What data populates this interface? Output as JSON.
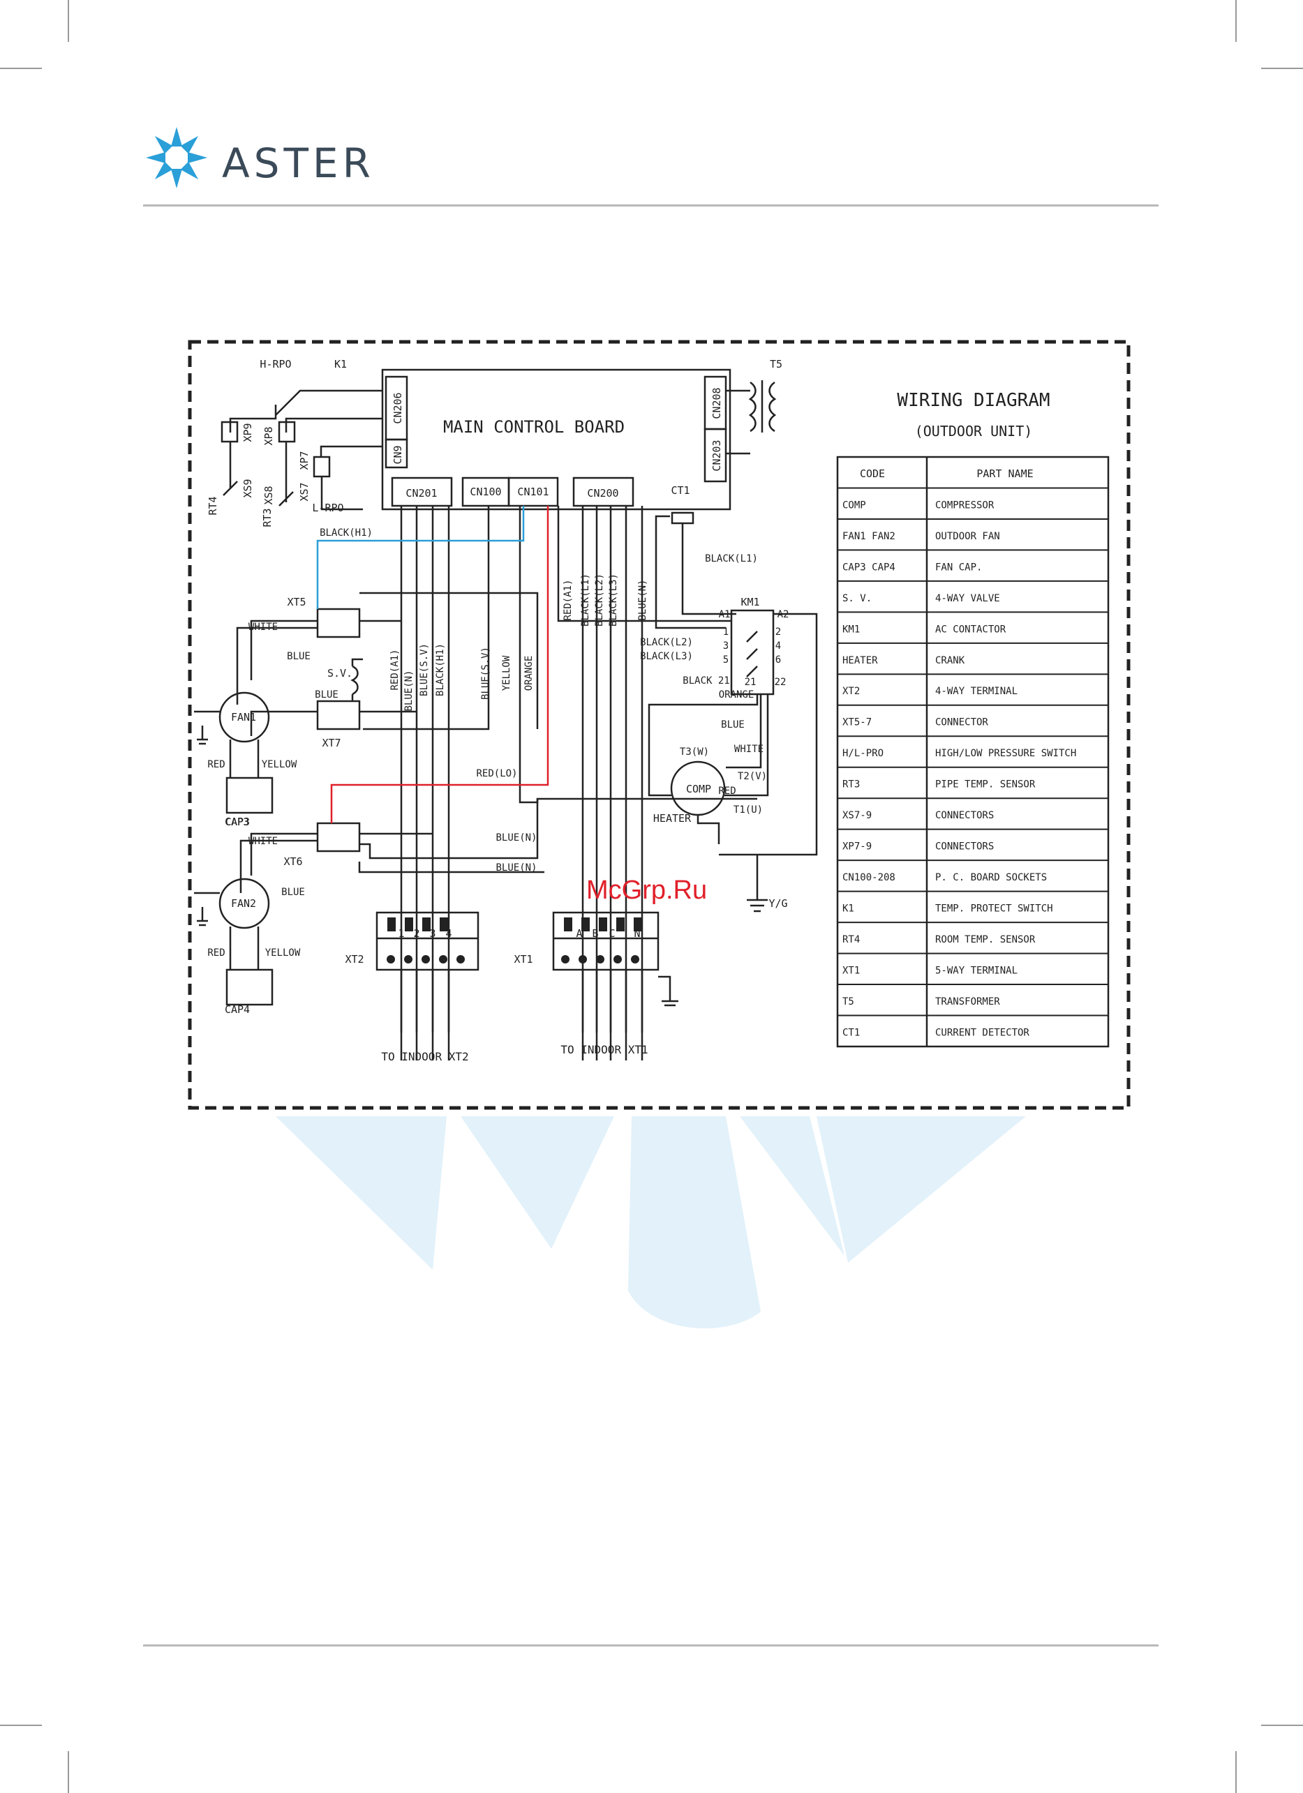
{
  "brand": {
    "name": "ASTER",
    "color": "#3a4a58",
    "accent": "#2a9fd8"
  },
  "diagram": {
    "title": "WIRING DIAGRAM",
    "subtitle": "(OUTDOOR UNIT)",
    "board": "MAIN CONTROL BOARD",
    "sockets": [
      "CN206",
      "CN9",
      "CN208",
      "CN203",
      "CN201",
      "CN100",
      "CN101",
      "CN200"
    ],
    "components": [
      "H-RPO",
      "K1",
      "T5",
      "XS9",
      "XP9",
      "XS8",
      "XP8",
      "XS7",
      "XP7",
      "RT4",
      "RT3",
      "L-RPO",
      "CT1",
      "KM1",
      "XT5",
      "XT6",
      "XT7",
      "XT2",
      "XT1",
      "FAN1",
      "FAN2",
      "CAP3",
      "CAP4",
      "S.V.",
      "COMP",
      "HEATER",
      "Y/G"
    ],
    "wire_labels": [
      "BLACK(H1)",
      "BLACK(L1)",
      "RED(A1)",
      "BLACK(L1)",
      "BLACK(L2)",
      "BLACK(L3)",
      "BLUE(N)",
      "BLUE(N)",
      "RED(A1)",
      "BLUE(S.V)",
      "BLACK(H1)",
      "BLUE(S.V)",
      "YELLOW",
      "ORANGE",
      "WHITE",
      "BLUE",
      "BLUE",
      "RED",
      "YELLOW",
      "CAP3",
      "RED(LO)",
      "WHITE",
      "BLUE",
      "RED",
      "YELLOW",
      "BLUE(N)",
      "BLUE(N)",
      "BLACK(L2)",
      "BLACK(L3)",
      "BLACK 21",
      "ORANGE",
      "BLUE",
      "WHITE",
      "T3(W)",
      "T2(V)",
      "RED",
      "T1(U)"
    ],
    "km1_terminals": [
      "A1",
      "A2",
      "1",
      "2",
      "3",
      "4",
      "5",
      "6",
      "21",
      "22"
    ],
    "xt2_terminals": [
      "1",
      "2",
      "3",
      "4"
    ],
    "xt1_terminals": [
      "A",
      "B",
      "C",
      "N"
    ],
    "to_labels": [
      "TO  INDOOR XT2",
      "TO  INDOOR XT1"
    ],
    "legend_headers": [
      "CODE",
      "PART NAME"
    ],
    "legend": [
      [
        "COMP",
        "COMPRESSOR"
      ],
      [
        "FAN1 FAN2",
        "OUTDOOR FAN"
      ],
      [
        "CAP3 CAP4",
        "FAN CAP."
      ],
      [
        "S. V.",
        "4-WAY VALVE"
      ],
      [
        "KM1",
        "AC CONTACTOR"
      ],
      [
        "HEATER",
        "CRANK"
      ],
      [
        "XT2",
        "4-WAY TERMINAL"
      ],
      [
        "XT5-7",
        "CONNECTOR"
      ],
      [
        "H/L-PRO",
        "HIGH/LOW PRESSURE SWITCH"
      ],
      [
        "RT3",
        "PIPE TEMP. SENSOR"
      ],
      [
        "XS7-9",
        "CONNECTORS"
      ],
      [
        "XP7-9",
        "CONNECTORS"
      ],
      [
        "CN100-208",
        "P. C. BOARD SOCKETS"
      ],
      [
        "K1",
        "TEMP. PROTECT SWITCH"
      ],
      [
        "RT4",
        "ROOM TEMP. SENSOR"
      ],
      [
        "XT1",
        "5-WAY TERMINAL"
      ],
      [
        "T5",
        "TRANSFORMER"
      ],
      [
        "CT1",
        "CURRENT DETECTOR"
      ]
    ]
  },
  "watermark": "McGrp.Ru"
}
